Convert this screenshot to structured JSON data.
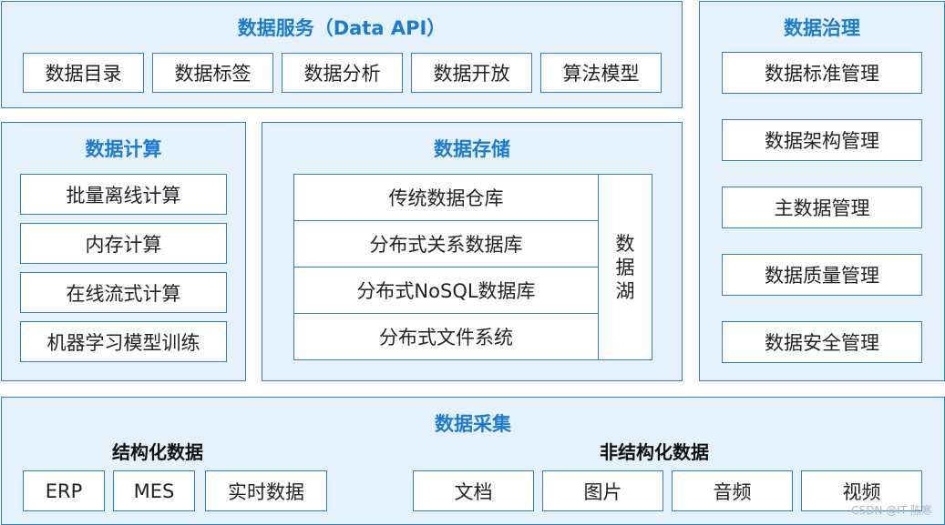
{
  "service": {
    "title": "数据服务（Data API）",
    "items": [
      "数据目录",
      "数据标签",
      "数据分析",
      "数据开放",
      "算法模型"
    ]
  },
  "governance": {
    "title": "数据治理",
    "items": [
      "数据标准管理",
      "数据架构管理",
      "主数据管理",
      "数据质量管理",
      "数据安全管理"
    ]
  },
  "compute": {
    "title": "数据计算",
    "items": [
      "批量离线计算",
      "内存计算",
      "在线流式计算",
      "机器学习模型训练"
    ]
  },
  "storage": {
    "title": "数据存储",
    "items": [
      "传统数据仓库",
      "分布式关系数据库",
      "分布式NoSQL数据库",
      "分布式文件系统"
    ],
    "lake_label": "数据湖"
  },
  "collection": {
    "title": "数据采集",
    "structured": {
      "title": "结构化数据",
      "items": [
        "ERP",
        "MES",
        "实时数据"
      ]
    },
    "unstructured": {
      "title": "非结构化数据",
      "items": [
        "文档",
        "图片",
        "音频",
        "视频"
      ]
    }
  },
  "watermark": "CSDN @IT 陈寒",
  "colors": {
    "accent": "#1a7bd0",
    "border": "#2d7fc6",
    "panel_bg": "#e6f2fb"
  }
}
